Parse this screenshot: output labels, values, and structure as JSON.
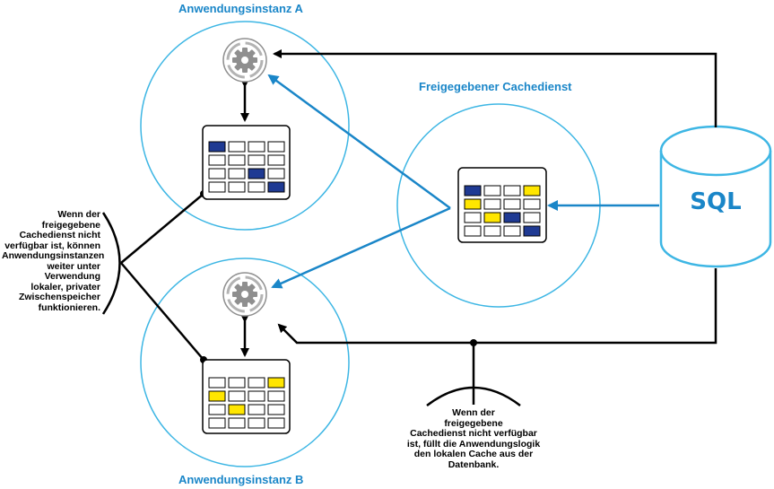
{
  "labels": {
    "instance_a": "Anwendungsinstanz A",
    "instance_b": "Anwendungsinstanz B",
    "shared_cache": "Freigegebener Cachedienst",
    "database": "SQL"
  },
  "notes": {
    "left": "Wenn der\nfreigegebene\nCachedienst nicht\nverfügbar ist, können\nAnwendungsinstanzen\nweiter unter\nVerwendung\nlokaler, privater\nZwischenspeicher\nfunktionieren.",
    "bottom": "Wenn der\nfreigegebene\nCachedienst nicht verfügbar\nist, füllt die Anwendungslogik\nden lokalen Cache aus der\nDatenbank."
  },
  "icons": {
    "app_a": "gear-cycle-icon",
    "app_b": "gear-cycle-icon",
    "database": "database-cylinder-icon"
  },
  "colors": {
    "accent_blue": "#1a86c8",
    "circle_outline": "#3db6e4",
    "cell_navy": "#1f3a93",
    "cell_yellow": "#ffe600"
  },
  "grids": {
    "instance_a": [
      [
        "navy",
        "white",
        "white",
        "white"
      ],
      [
        "white",
        "white",
        "white",
        "white"
      ],
      [
        "white",
        "white",
        "navy",
        "white"
      ],
      [
        "white",
        "white",
        "white",
        "navy"
      ]
    ],
    "shared": [
      [
        "navy",
        "white",
        "white",
        "yellow"
      ],
      [
        "yellow",
        "white",
        "white",
        "white"
      ],
      [
        "white",
        "yellow",
        "navy",
        "white"
      ],
      [
        "white",
        "white",
        "white",
        "navy"
      ]
    ],
    "instance_b": [
      [
        "white",
        "white",
        "white",
        "yellow"
      ],
      [
        "yellow",
        "white",
        "white",
        "white"
      ],
      [
        "white",
        "yellow",
        "white",
        "white"
      ],
      [
        "white",
        "white",
        "white",
        "white"
      ]
    ]
  }
}
